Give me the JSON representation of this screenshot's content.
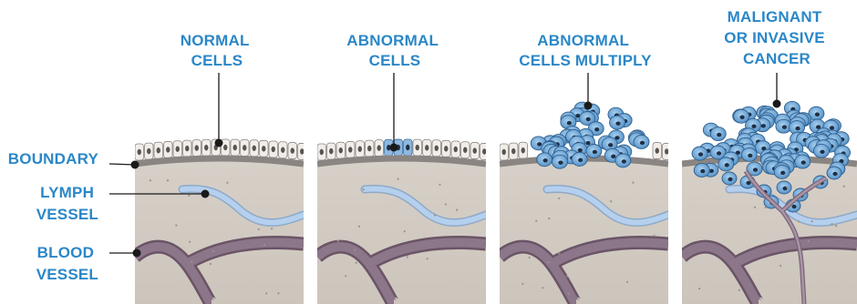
{
  "side_labels": {
    "boundary": "BOUNDARY",
    "lymph_vessel": [
      "LYMPH",
      "VESSEL"
    ],
    "blood_vessel": [
      "BLOOD",
      "VESSEL"
    ]
  },
  "stages": [
    {
      "title_lines": [
        "NORMAL",
        "CELLS"
      ]
    },
    {
      "title_lines": [
        "ABNORMAL",
        "CELLS"
      ]
    },
    {
      "title_lines": [
        "ABNORMAL",
        "CELLS MULTIPLY"
      ]
    },
    {
      "title_lines": [
        "MALIGNANT",
        "OR INVASIVE",
        "CANCER"
      ]
    }
  ],
  "colors": {
    "label": "#2a87c8",
    "tissue": "#d8d2ca",
    "boundary": "#8a8582",
    "lymph": "#a9c7e8",
    "blood": "#7a6577",
    "tumor": "#6ea6d6",
    "nucleus": "#1f2f44"
  }
}
